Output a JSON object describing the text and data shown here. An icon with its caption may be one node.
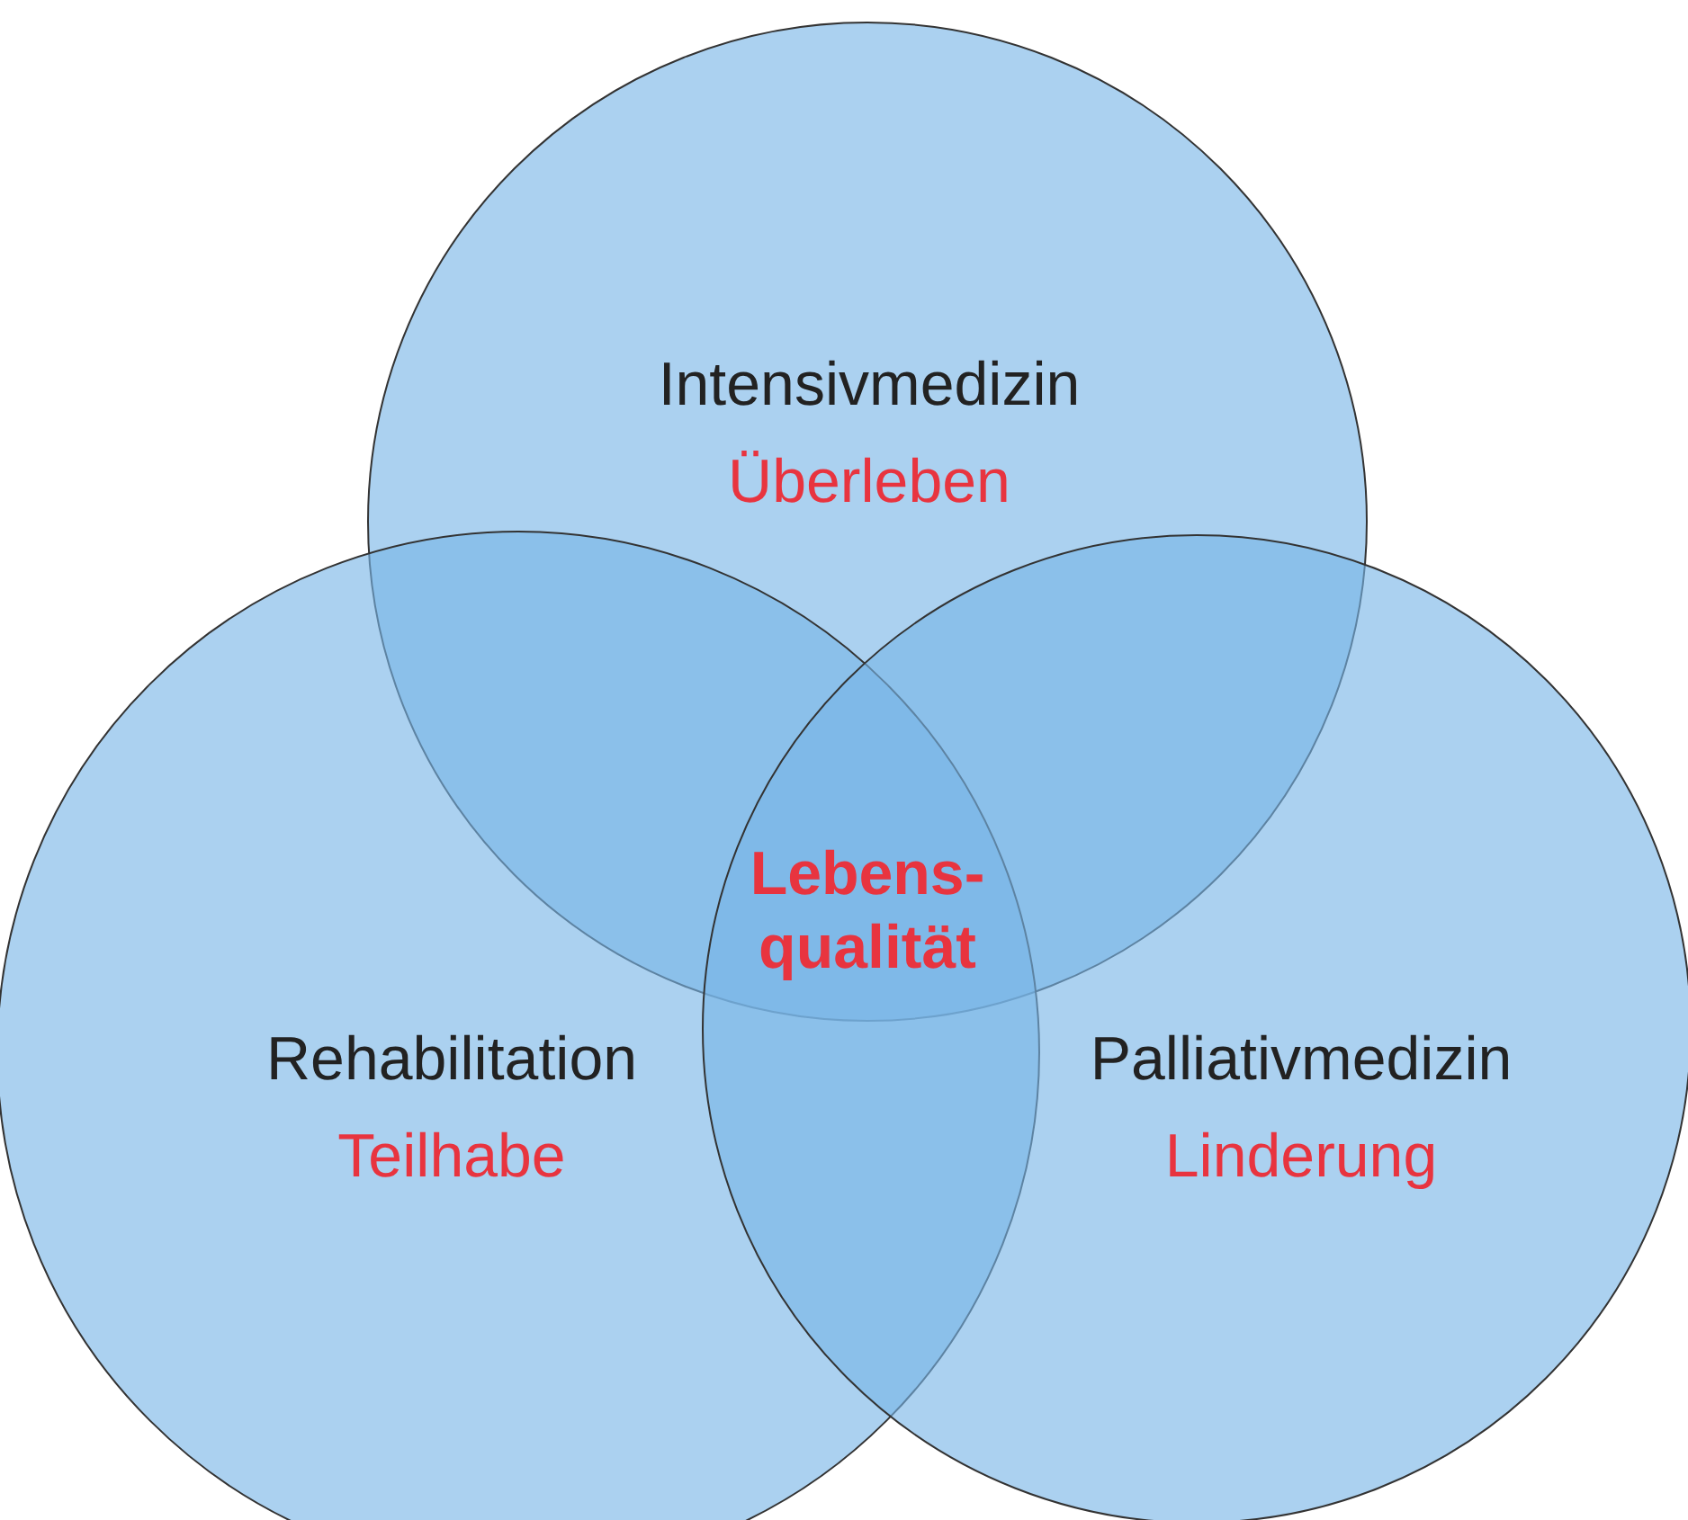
{
  "diagram": {
    "nodes": [
      {
        "text": [
          "Intensivmedizin",
          "Überleben"
        ]
      },
      {
        "text": [
          "Rehabilitation",
          "Teilhabe"
        ]
      },
      {
        "text": [
          "Palliativmedizin",
          "Linderung"
        ]
      }
    ],
    "labels": [
      "Lebens- qualität"
    ]
  }
}
